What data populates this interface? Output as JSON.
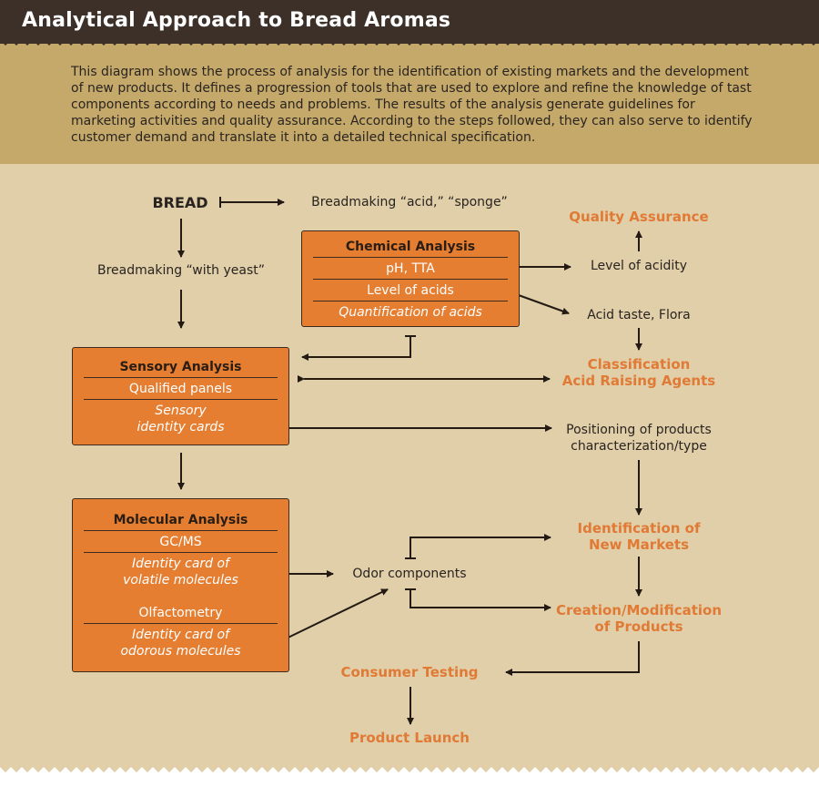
{
  "title": "Analytical Approach to Bread Aromas",
  "intro": "This diagram shows the process of analysis for the identification of existing markets and the development of new products. It defines a progression of tools that are used to explore and refine the knowledge of tast components according to needs and problems. The results of the analysis generate guidelines for marketing activities and quality assurance. According to the steps followed, they can also serve to identify customer demand and translate it into a detailed technical specification.",
  "nodes": {
    "bread": "BREAD",
    "acid_sponge": "Breadmaking “acid,” “sponge”",
    "with_yeast": "Breadmaking “with yeast”",
    "level_of_acidity": "Level of acidity",
    "acid_taste_flora": "Acid taste, Flora",
    "positioning_1": "Positioning of products",
    "positioning_2": "characterization/type",
    "odor_components": "Odor components"
  },
  "outcomes": {
    "quality_assurance": "Quality Assurance",
    "classification_1": "Classification",
    "classification_2": "Acid Raising Agents",
    "new_markets_1": "Identification of",
    "new_markets_2": "New Markets",
    "creation_1": "Creation/Modification",
    "creation_2": "of Products",
    "consumer_testing": "Consumer Testing",
    "product_launch": "Product Launch"
  },
  "chemical": {
    "title": "Chemical Analysis",
    "ph_tta": "pH, TTA",
    "level_of_acids": "Level of acids",
    "quantification": "Quantification of acids"
  },
  "sensory": {
    "title": "Sensory Analysis",
    "panels": "Qualified panels",
    "cards_1": "Sensory",
    "cards_2": "identity cards"
  },
  "molecular": {
    "title": "Molecular Analysis",
    "gcms": "GC/MS",
    "volatile_1": "Identity card of",
    "volatile_2": "volatile molecules",
    "olfactometry": "Olfactometry",
    "odorous_1": "Identity card of",
    "odorous_2": "odorous molecules"
  },
  "colors": {
    "header": "#3d3029",
    "band": "#c4a96a",
    "background": "#e0cfa9",
    "box": "#e57e31",
    "accent_text": "#e07a35",
    "line": "#231a14"
  }
}
